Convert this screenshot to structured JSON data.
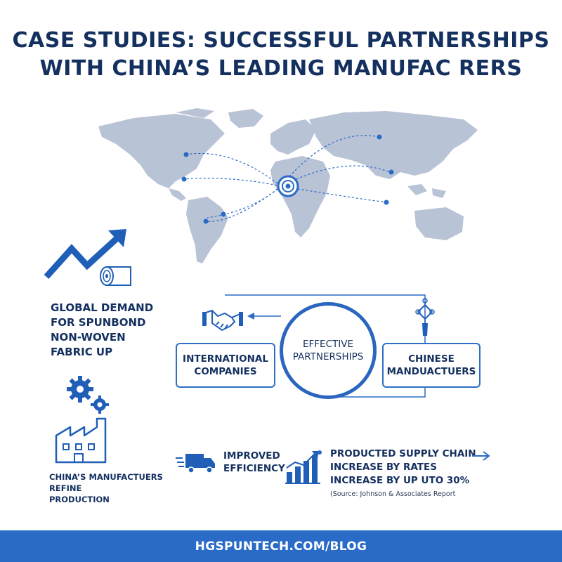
{
  "title": {
    "line1": "CASE STUDIES: SUCCESSFUL PARTNERSHIPS",
    "line2": "WITH CHINA’S LEADING MANUFAC RERS"
  },
  "demand": {
    "line1": "GLOBAL DEMAND",
    "line2": "FOR SPUNBOND",
    "line3": "NON-WOVEN",
    "line4": "FABRIC UP"
  },
  "partners": {
    "international_line1": "INTERNATIONAL",
    "international_line2": "COMPANIES",
    "center_line1": "EFFECTIVE",
    "center_line2": "PARTNERSHIPS",
    "chinese_line1": "CHINESE",
    "chinese_line2": "MANDUACTUERS"
  },
  "production": {
    "line1": "CHINA’S MANUFACTUERS REFINE",
    "line2": "PRODUCTION"
  },
  "efficiency": {
    "line1": "IMPROVED",
    "line2": "EFFICIENCY"
  },
  "supply": {
    "line1": "PRODUCTED SUPPLY CHAIN",
    "line2": "INCREASE BY RATES",
    "line3": "INCREASE BY UP UTO 30%",
    "source": "(Source: Johnson & Associates Report"
  },
  "footer": {
    "url": "HGSPUNTECH.COM/BLOG"
  },
  "colors": {
    "primary": "#2a6bc7",
    "navy": "#14305f",
    "map": "#b9c3d6"
  },
  "icons": [
    "world-map",
    "trend-arrow-icon",
    "fabric-roll-icon",
    "handshake-icon",
    "chinese-knot-icon",
    "gears-icon",
    "factory-icon",
    "truck-icon",
    "bar-chart-icon",
    "arrow-right-icon"
  ]
}
